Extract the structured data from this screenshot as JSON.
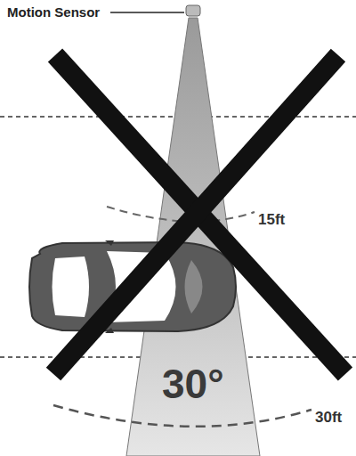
{
  "diagram": {
    "labels": [
      "Motion Sensor",
      "15ft",
      "30°",
      "30ft"
    ]
  }
}
